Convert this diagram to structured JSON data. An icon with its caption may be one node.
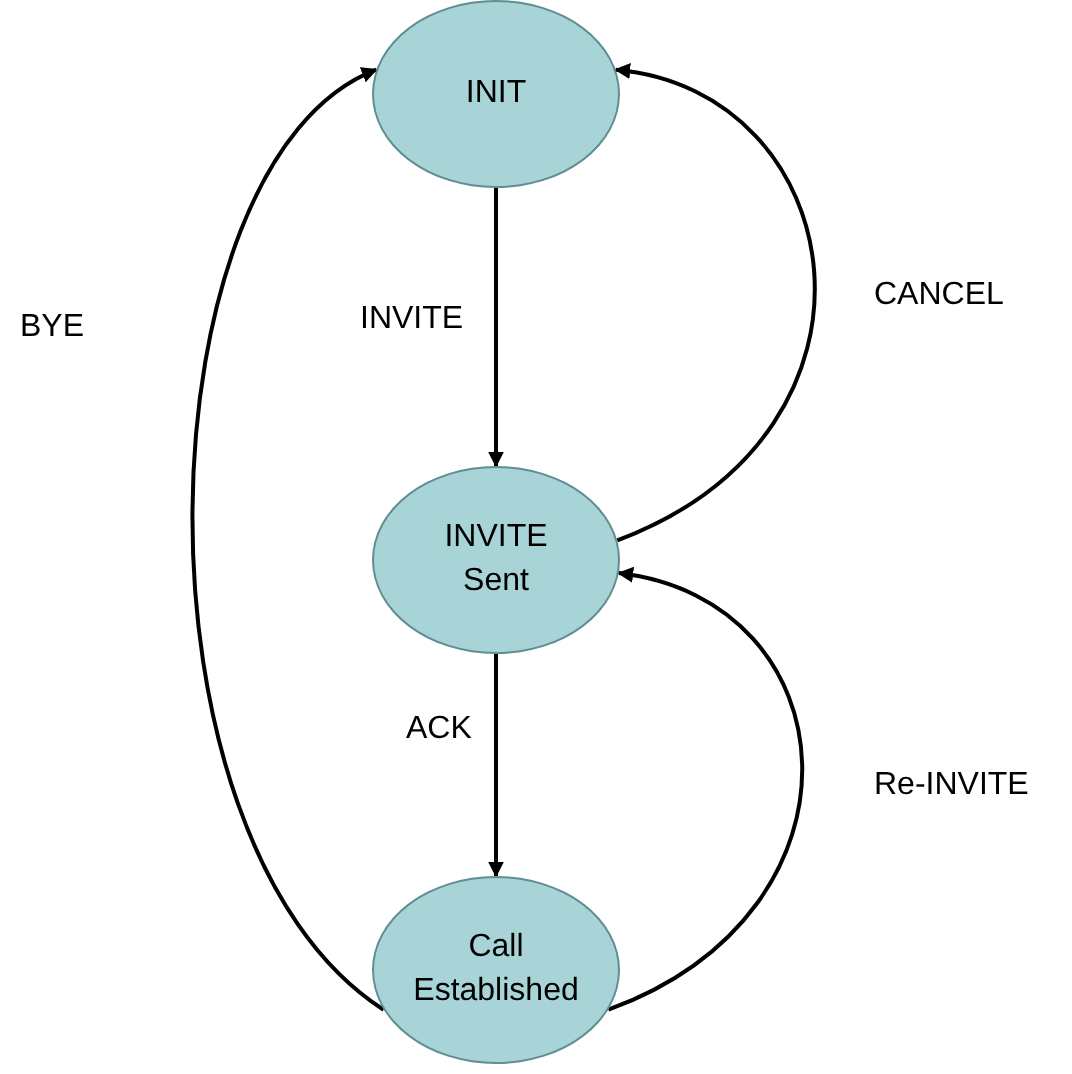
{
  "diagram": {
    "nodes": [
      {
        "text": [
          "INIT"
        ]
      },
      {
        "text": [
          "INVITE Sent"
        ]
      },
      {
        "text": [
          "Call Established"
        ]
      }
    ],
    "edges": [
      {
        "from": 0,
        "to": 1,
        "arrow": "to",
        "label": "INVITE"
      },
      {
        "from": 1,
        "to": 0,
        "arrow": "to",
        "label": "CANCEL"
      },
      {
        "from": 1,
        "to": 2,
        "arrow": "to",
        "label": "ACK"
      },
      {
        "from": 2,
        "to": 1,
        "arrow": "to",
        "label": "Re-INVITE"
      },
      {
        "from": 2,
        "to": 0,
        "arrow": "to",
        "label": "BYE"
      }
    ]
  }
}
